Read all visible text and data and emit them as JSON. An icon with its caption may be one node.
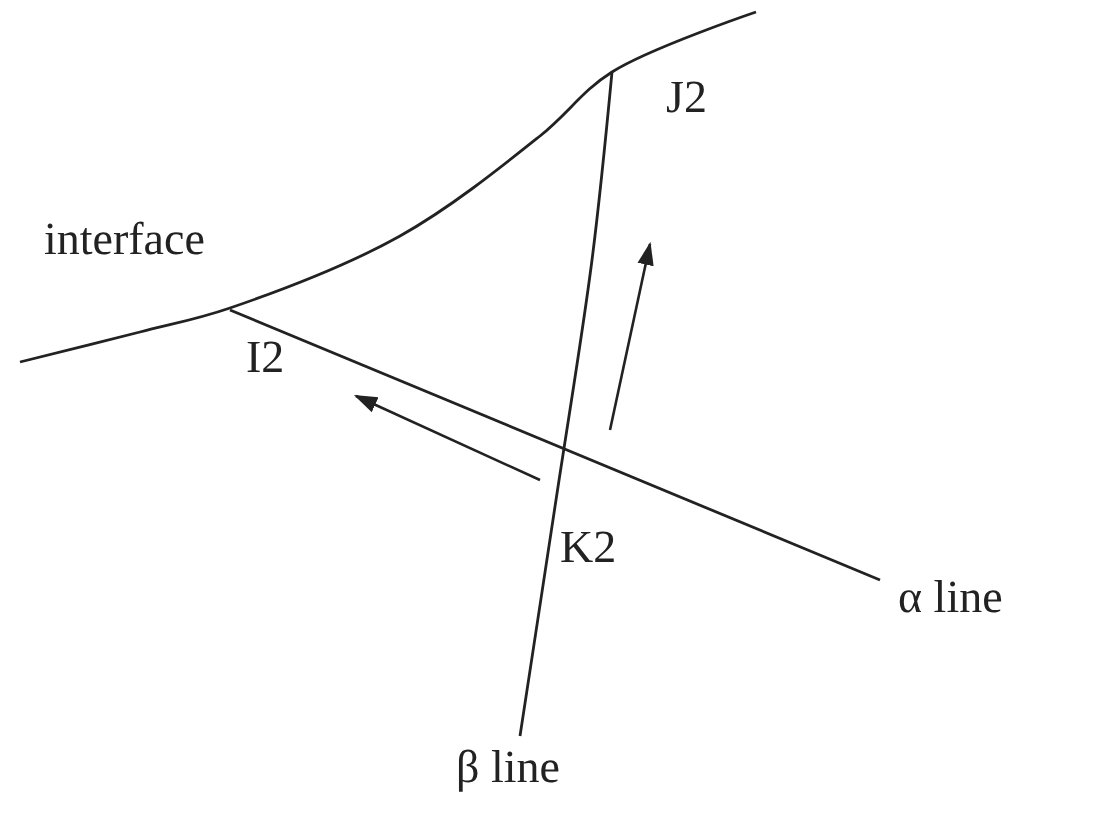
{
  "diagram": {
    "labels": [
      "interface",
      "J2",
      "I2",
      "K2",
      "α line",
      "β line"
    ]
  }
}
